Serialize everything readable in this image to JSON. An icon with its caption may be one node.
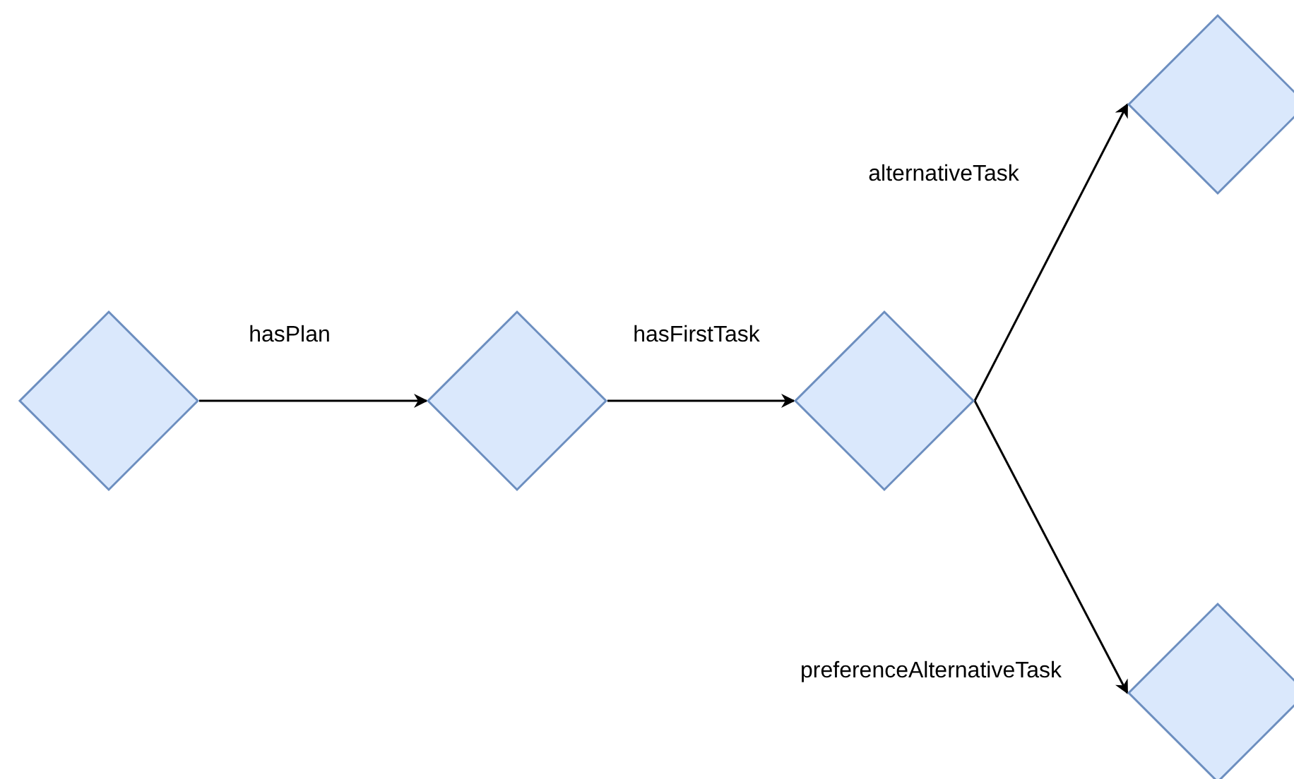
{
  "diagram": {
    "nodes": [
      {
        "text": [],
        "shape": "diamond"
      },
      {
        "text": [],
        "shape": "diamond"
      },
      {
        "text": [],
        "shape": "diamond"
      },
      {
        "text": [],
        "shape": "diamond"
      },
      {
        "text": [],
        "shape": "diamond"
      }
    ],
    "edges": [
      {
        "from": 0,
        "to": 1,
        "arrow": "to",
        "label": "hasPlan"
      },
      {
        "from": 1,
        "to": 2,
        "arrow": "to",
        "label": "hasFirstTask"
      },
      {
        "from": 2,
        "to": 3,
        "arrow": "to",
        "label": "alternativeTask"
      },
      {
        "from": 2,
        "to": 4,
        "arrow": "to",
        "label": "preferenceAlternativeTask"
      }
    ]
  }
}
